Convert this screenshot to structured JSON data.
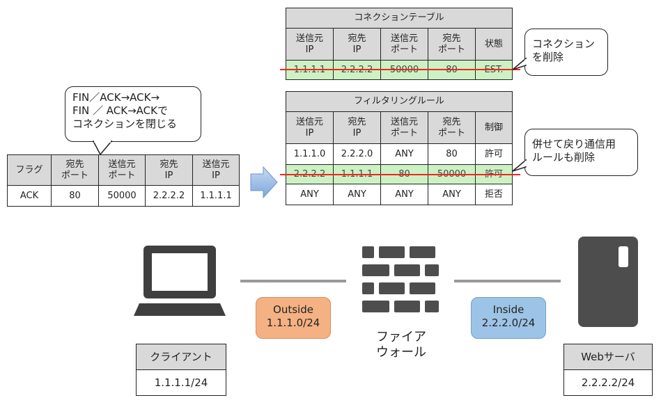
{
  "packet": {
    "headers": [
      "フラグ",
      "宛先\nポート",
      "送信元\nポート",
      "宛先\nIP",
      "送信元\nIP"
    ],
    "values": [
      "ACK",
      "80",
      "50000",
      "2.2.2.2",
      "1.1.1.1"
    ]
  },
  "packet_bubble": "FIN／ACK→ACK→\nFIN ／ ACK→ACKで\nコネクションを閉じる",
  "connection_table": {
    "title": "コネクションテーブル",
    "headers": [
      "送信元\nIP",
      "宛先\nIP",
      "送信元\nポート",
      "宛先\nポート",
      "状態"
    ],
    "rows": [
      [
        "1.1.1.1",
        "2.2.2.2",
        "50000",
        "80",
        "EST."
      ]
    ]
  },
  "connection_bubble": "コネクション\nを削除",
  "filter_table": {
    "title": "フィルタリングルール",
    "headers": [
      "送信元\nIP",
      "宛先\nIP",
      "送信元\nポート",
      "宛先\nポート",
      "制御"
    ],
    "rows": [
      [
        "1.1.1.0",
        "2.2.2.0",
        "ANY",
        "80",
        "許可"
      ],
      [
        "2.2.2.2",
        "1.1.1.1",
        "80",
        "50000",
        "許可"
      ],
      [
        "ANY",
        "ANY",
        "ANY",
        "ANY",
        "拒否"
      ]
    ]
  },
  "filter_bubble": "併せて戻り通信用\nルールも削除",
  "outside": {
    "label": "Outside",
    "subnet": "1.1.1.0/24",
    "color": "#f4b183"
  },
  "inside": {
    "label": "Inside",
    "subnet": "2.2.2.0/24",
    "color": "#9dc3e6"
  },
  "firewall_label": "ファイア\nウォール",
  "client": {
    "name": "クライアント",
    "ip": "1.1.1.1/24"
  },
  "server": {
    "name": "Webサーバ",
    "ip": "2.2.2.2/24"
  },
  "icons": {
    "client": "laptop-icon",
    "firewall": "firewall-brick-icon",
    "server": "server-icon",
    "arrow": "right-arrow-icon"
  }
}
